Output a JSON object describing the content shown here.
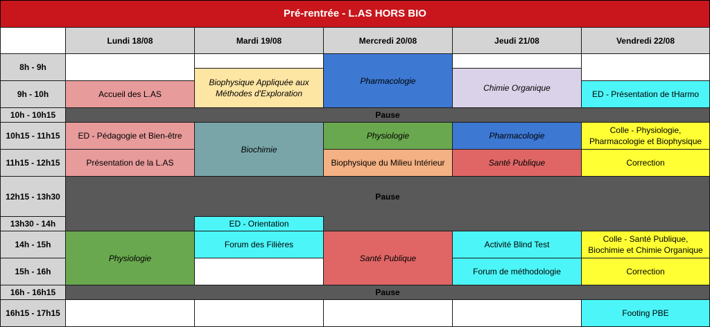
{
  "title": "Pré-rentrée - L.AS HORS BIO",
  "days": [
    "Lundi 18/08",
    "Mardi 19/08",
    "Mercredi 20/08",
    "Jeudi 21/08",
    "Vendredi 22/08"
  ],
  "times": [
    "8h - 9h",
    "9h - 10h",
    "10h - 10h15",
    "10h15 - 11h15",
    "11h15 - 12h15",
    "12h15 - 13h30",
    "13h30 - 14h",
    "14h - 15h",
    "15h - 16h",
    "16h - 16h15",
    "16h15 - 17h15"
  ],
  "pause_label": "Pause",
  "events": {
    "mon_accueil": "Accueil des L.AS",
    "mon_ed_pedagogie": "ED - Pédagogie et Bien-être",
    "mon_presentation": "Présentation de la L.AS",
    "mon_physiologie": "Physiologie",
    "tue_biophysique_appliquee": "Biophysique Appliquée aux Méthodes d'Exploration",
    "tue_biochimie": "Biochimie",
    "tue_ed_orientation": "ED - Orientation",
    "tue_forum_filieres": "Forum des Filières",
    "wed_pharmacologie": "Pharmacologie",
    "wed_physiologie": "Physiologie",
    "wed_biophysique_milieu": "Biophysique du Milieu Intérieur",
    "wed_sante_publique": "Santé Publique",
    "thu_chimie_organique": "Chimie Organique",
    "thu_pharmacologie": "Pharmacologie",
    "thu_sante_publique": "Santé Publique",
    "thu_blind_test": "Activité Blind Test",
    "thu_forum_methodologie": "Forum de méthodologie",
    "fri_ed_tharmo": "ED - Présentation de tHarmo",
    "fri_colle_1": "Colle - Physiologie, Pharmacologie et Biophysique",
    "fri_correction_1": "Correction",
    "fri_colle_2": "Colle - Santé Publique, Biochimie et Chimie Organique",
    "fri_correction_2": "Correction",
    "fri_footing": "Footing PBE"
  },
  "colors": {
    "title_red": "#c8161c",
    "header_gray": "#d4d4d4",
    "pause_gray": "#595959",
    "pink": "#e89b9b",
    "yellow_light": "#fde5a3",
    "blue": "#3d78d3",
    "lavender": "#d9d2e9",
    "cyan": "#4cf6f8",
    "teal": "#79a5a9",
    "green": "#6aa84f",
    "orange": "#f4b183",
    "red": "#e06666",
    "yellow": "#ffff33"
  }
}
